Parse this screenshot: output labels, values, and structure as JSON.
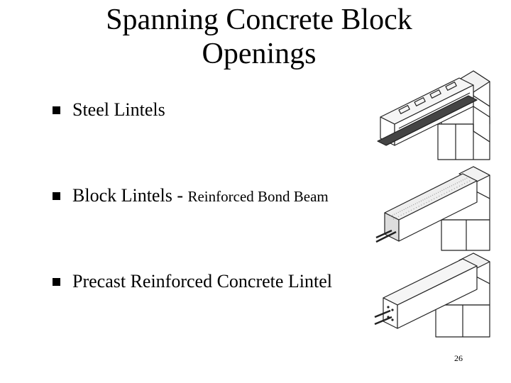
{
  "slide": {
    "title_line1": "Spanning Concrete Block",
    "title_line2": "Openings",
    "bullets": [
      {
        "text": "Steel Lintels",
        "small": ""
      },
      {
        "text": "Block Lintels - ",
        "small": "Reinforced Bond Beam"
      },
      {
        "text": "Precast Reinforced Concrete Lintel",
        "small": ""
      }
    ],
    "page_number": "26"
  },
  "icons": {
    "bullet": "square-bullet-icon",
    "illustration_1": "steel-lintel-illustration",
    "illustration_2": "bond-beam-illustration",
    "illustration_3": "precast-lintel-illustration"
  }
}
